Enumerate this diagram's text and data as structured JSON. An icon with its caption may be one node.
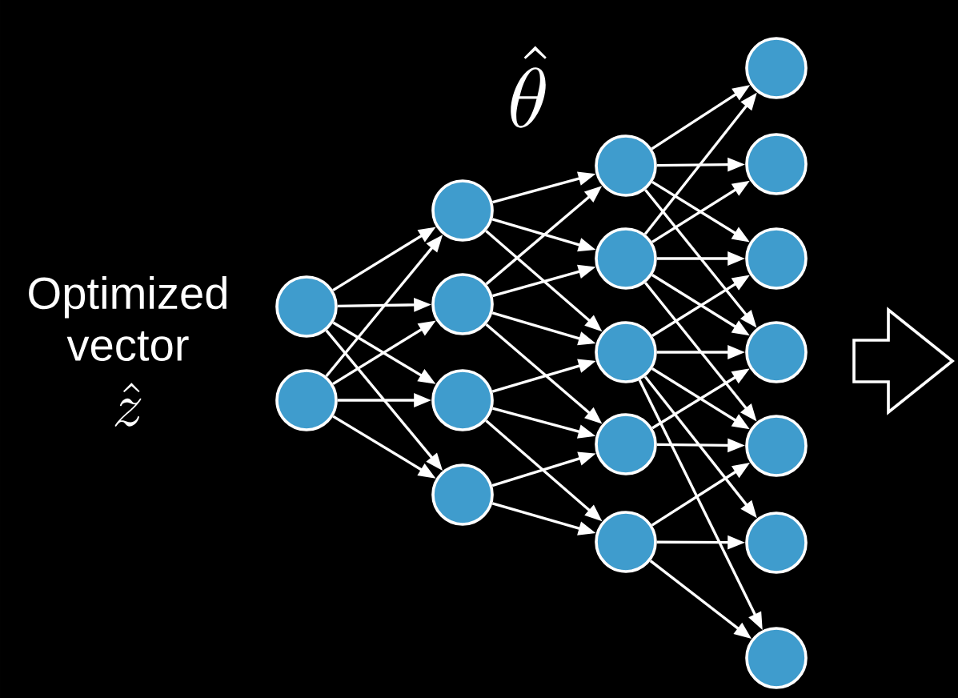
{
  "diagram": {
    "nodes": [
      {
        "text": [],
        "shape": "circle"
      },
      {
        "text": [],
        "shape": "circle"
      },
      {
        "text": [],
        "shape": "circle"
      },
      {
        "text": [],
        "shape": "circle"
      },
      {
        "text": [],
        "shape": "circle"
      },
      {
        "text": [],
        "shape": "circle"
      },
      {
        "text": [],
        "shape": "circle"
      },
      {
        "text": [],
        "shape": "circle"
      },
      {
        "text": [],
        "shape": "circle"
      },
      {
        "text": [],
        "shape": "circle"
      },
      {
        "text": [],
        "shape": "circle"
      },
      {
        "text": [],
        "shape": "circle"
      },
      {
        "text": [],
        "shape": "circle"
      },
      {
        "text": [],
        "shape": "circle"
      },
      {
        "text": [],
        "shape": "circle"
      },
      {
        "text": [],
        "shape": "circle"
      },
      {
        "text": [],
        "shape": "circle"
      },
      {
        "text": [],
        "shape": "circle"
      }
    ],
    "edges": [
      {
        "from": 0,
        "to": 2,
        "arrow": "to"
      },
      {
        "from": 0,
        "to": 3,
        "arrow": "to"
      },
      {
        "from": 0,
        "to": 4,
        "arrow": "to"
      },
      {
        "from": 0,
        "to": 5,
        "arrow": "to"
      },
      {
        "from": 1,
        "to": 2,
        "arrow": "to"
      },
      {
        "from": 1,
        "to": 3,
        "arrow": "to"
      },
      {
        "from": 1,
        "to": 4,
        "arrow": "to"
      },
      {
        "from": 1,
        "to": 5,
        "arrow": "to"
      },
      {
        "from": 2,
        "to": 6,
        "arrow": "to"
      },
      {
        "from": 2,
        "to": 7,
        "arrow": "to"
      },
      {
        "from": 2,
        "to": 8,
        "arrow": "to"
      },
      {
        "from": 3,
        "to": 6,
        "arrow": "to"
      },
      {
        "from": 3,
        "to": 7,
        "arrow": "to"
      },
      {
        "from": 3,
        "to": 8,
        "arrow": "to"
      },
      {
        "from": 3,
        "to": 9,
        "arrow": "to"
      },
      {
        "from": 4,
        "to": 8,
        "arrow": "to"
      },
      {
        "from": 4,
        "to": 9,
        "arrow": "to"
      },
      {
        "from": 4,
        "to": 10,
        "arrow": "to"
      },
      {
        "from": 5,
        "to": 9,
        "arrow": "to"
      },
      {
        "from": 5,
        "to": 10,
        "arrow": "to"
      },
      {
        "from": 6,
        "to": 11,
        "arrow": "to"
      },
      {
        "from": 6,
        "to": 12,
        "arrow": "to"
      },
      {
        "from": 6,
        "to": 13,
        "arrow": "to"
      },
      {
        "from": 6,
        "to": 14,
        "arrow": "to"
      },
      {
        "from": 7,
        "to": 11,
        "arrow": "to"
      },
      {
        "from": 7,
        "to": 12,
        "arrow": "to"
      },
      {
        "from": 7,
        "to": 13,
        "arrow": "to"
      },
      {
        "from": 7,
        "to": 14,
        "arrow": "to"
      },
      {
        "from": 7,
        "to": 15,
        "arrow": "to"
      },
      {
        "from": 8,
        "to": 13,
        "arrow": "to"
      },
      {
        "from": 8,
        "to": 14,
        "arrow": "to"
      },
      {
        "from": 8,
        "to": 15,
        "arrow": "to"
      },
      {
        "from": 8,
        "to": 16,
        "arrow": "to"
      },
      {
        "from": 8,
        "to": 17,
        "arrow": "to"
      },
      {
        "from": 9,
        "to": 14,
        "arrow": "to"
      },
      {
        "from": 9,
        "to": 15,
        "arrow": "to"
      },
      {
        "from": 10,
        "to": 15,
        "arrow": "to"
      },
      {
        "from": 10,
        "to": 16,
        "arrow": "to"
      },
      {
        "from": 10,
        "to": 17,
        "arrow": "to"
      }
    ],
    "labels": [
      "\\hat{\\theta}",
      "Optimized vector",
      "\\hat{z}"
    ]
  }
}
